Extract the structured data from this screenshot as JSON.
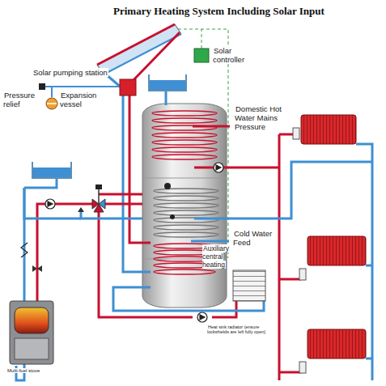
{
  "diagram": {
    "title": "Primary Heating System Including Solar Input",
    "labels": [
      "Solar pumping station",
      "Pressure relief",
      "Expansion vessel",
      "Solar controller",
      "Domestic Hot Water Mains Pressure",
      "Cold Water Feed",
      "Auxiliary central heating",
      "Heat sink radiator (ensure lockshields are left fully open)",
      "Multi-fuel stove"
    ]
  }
}
